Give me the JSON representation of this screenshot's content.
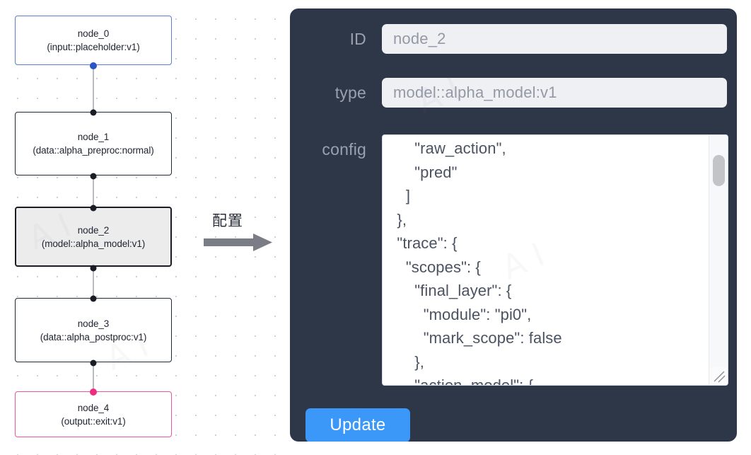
{
  "graph": {
    "nodes": [
      {
        "id": "node_0",
        "type": "(input::placeholder:v1)",
        "state": "start"
      },
      {
        "id": "node_1",
        "type": "(data::alpha_preproc:normal)",
        "state": "default"
      },
      {
        "id": "node_2",
        "type": "(model::alpha_model:v1)",
        "state": "selected"
      },
      {
        "id": "node_3",
        "type": "(data::alpha_postproc:v1)",
        "state": "default"
      },
      {
        "id": "node_4",
        "type": "(output::exit:v1)",
        "state": "terminal"
      }
    ],
    "colors": {
      "start_border": "#5b7fd4",
      "selected_fill": "#ececec",
      "terminal_border": "#ef539b",
      "edge": "#b9bcc4",
      "port": "#1a1d26",
      "port_start": "#2a56c6",
      "port_terminal": "#ef2d80"
    }
  },
  "transition": {
    "label": "配置",
    "arrow_icon": "arrow-right-icon"
  },
  "panel": {
    "background": "#2e3748",
    "fields": {
      "id": {
        "label": "ID",
        "value": "node_2",
        "placeholder": "node id"
      },
      "type": {
        "label": "type",
        "value": "model::alpha_model:v1",
        "placeholder": "node type"
      },
      "config": {
        "label": "config",
        "value": "      \"raw_action\",\n      \"pred\"\n    ]\n  },\n  \"trace\": {\n    \"scopes\": {\n      \"final_layer\": {\n        \"module\": \"pi0\",\n        \"mark_scope\": false\n      },\n      \"action_model\": {",
        "scrollbar": "vertical-scrollbar",
        "resize_handle": "resize-grip-icon"
      }
    },
    "update_button": {
      "label": "Update",
      "color": "#3b97f8"
    }
  }
}
